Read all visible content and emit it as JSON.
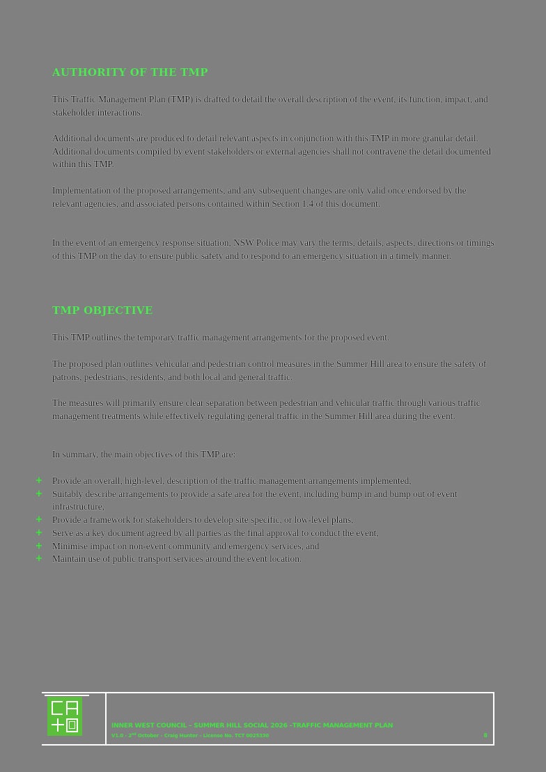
{
  "sections": {
    "authority": {
      "heading": "AUTHORITY OF THE TMP",
      "paragraphs": [
        "This Traffic Management Plan (TMP) is drafted to detail the overall description of the event, its function, impact, and stakeholder interactions.",
        "Additional documents are produced to detail relevant aspects in conjunction with this TMP in more granular detail. Additional documents compiled by event stakeholders or external agencies shall not contravene the detail documented within this TMP.",
        "Implementation of the proposed arrangements, and any subsequent changes are only valid once endorsed by the relevant agencies, and associated persons contained within Section 1.4 of this document.",
        "In the event of an emergency response situation, NSW Police may vary the terms, details, aspects, directions or timings of this TMP on the day to ensure public safety and to respond to an emergency situation in a timely manner."
      ]
    },
    "objective": {
      "heading": "TMP OBJECTIVE",
      "paragraphs": [
        "This TMP outlines the temporary traffic management arrangements for the proposed event.",
        "The proposed plan outlines vehicular and pedestrian control measures in the Summer Hill area to ensure the safety of patrons, pedestrians, residents, and both local and general traffic.",
        "The measures will primarily ensure clear separation between pedestrian and vehicular traffic through various traffic management treatments while effectively regulating general traffic in the Summer Hill area during the event.",
        "In summary, the main objectives of this TMP are:"
      ],
      "bullet_icon": "plus-icon",
      "bullets": [
        "Provide an overall, high-level, description of the traffic management arrangements implemented,",
        "Suitably describe arrangements to provide a safe area for the event, including bump in and bump out of event infrastructure,",
        "Provide a framework for stakeholders to develop site specific, or low-level plans,",
        "Serve as a key document agreed by all parties as the final approval to conduct the event,",
        "Minimise impact on non-event community and emergency services, and",
        "Maintain use of public transport services around the event location."
      ]
    }
  },
  "footer": {
    "logo_letters": [
      "C",
      "A",
      "+",
      "O"
    ],
    "title": "INNER WEST COUNCIL – SUMMER HILL SOCIAL 2026 –TRAFFIC MANAGEMENT PLAN",
    "version": "V1.0 - 2",
    "version_sup": "nd",
    "meta": " October – Craig Hunter – License No. TCT 0025330",
    "page_number": "8"
  },
  "colors": {
    "background": "#808080",
    "heading_green": "#55e65a",
    "bullet_green": "#33ee33",
    "footer_green": "#44e044",
    "logo_green": "#5cbf3c"
  }
}
